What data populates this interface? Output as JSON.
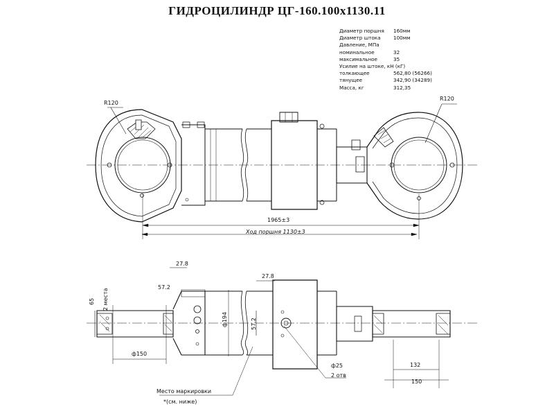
{
  "title": "ГИДРОЦИЛИНДР ЦГ-160.100x1130.11",
  "specs": [
    {
      "label": "Диаметр поршня",
      "value": "160мм"
    },
    {
      "label": "Диаметр штока",
      "value": "100мм"
    },
    {
      "label": "Давление, МПа",
      "value": ""
    },
    {
      "label": "номинальное",
      "value": "32"
    },
    {
      "label": "максимальное",
      "value": "35"
    },
    {
      "label": "Усилие на штоке, кН (кГ)",
      "value": ""
    },
    {
      "label": "толкающее",
      "value": "562,80 (56266)"
    },
    {
      "label": "тянущее",
      "value": "342,90 (34289)"
    },
    {
      "label": "Масса, кг",
      "value": "312,35"
    }
  ],
  "top_view": {
    "radius_left": "R120",
    "radius_right": "R120",
    "length": "1965±3",
    "stroke": "Ход поршня 1130±3"
  },
  "bottom_view": {
    "dim_27_8_left": "27.8",
    "dim_27_8_right": "27.8",
    "dim_57_2_left": "57.2",
    "dim_57_2_center": "57.2",
    "dim_65": "65",
    "dim_2_places": "2 места",
    "dim_194": "ф194",
    "dim_150_left": "ф150",
    "dim_25": "ф25",
    "dim_2_holes": "2 отв",
    "dim_132": "132",
    "dim_150_right": "150",
    "marking_1": "Место маркировки",
    "marking_2": "*(см. ниже)"
  }
}
